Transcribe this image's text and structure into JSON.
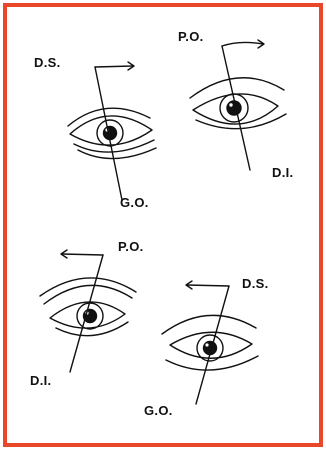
{
  "colors": {
    "border": "#e8472a",
    "ink": "#111111"
  },
  "figures": [
    {
      "top": "D.S.",
      "bottom": "G.O."
    },
    {
      "top": "P.O.",
      "bottom": "D.I."
    },
    {
      "top": "P.O.",
      "bottom": "D.I."
    },
    {
      "top": "D.S.",
      "bottom": "G.O."
    }
  ]
}
